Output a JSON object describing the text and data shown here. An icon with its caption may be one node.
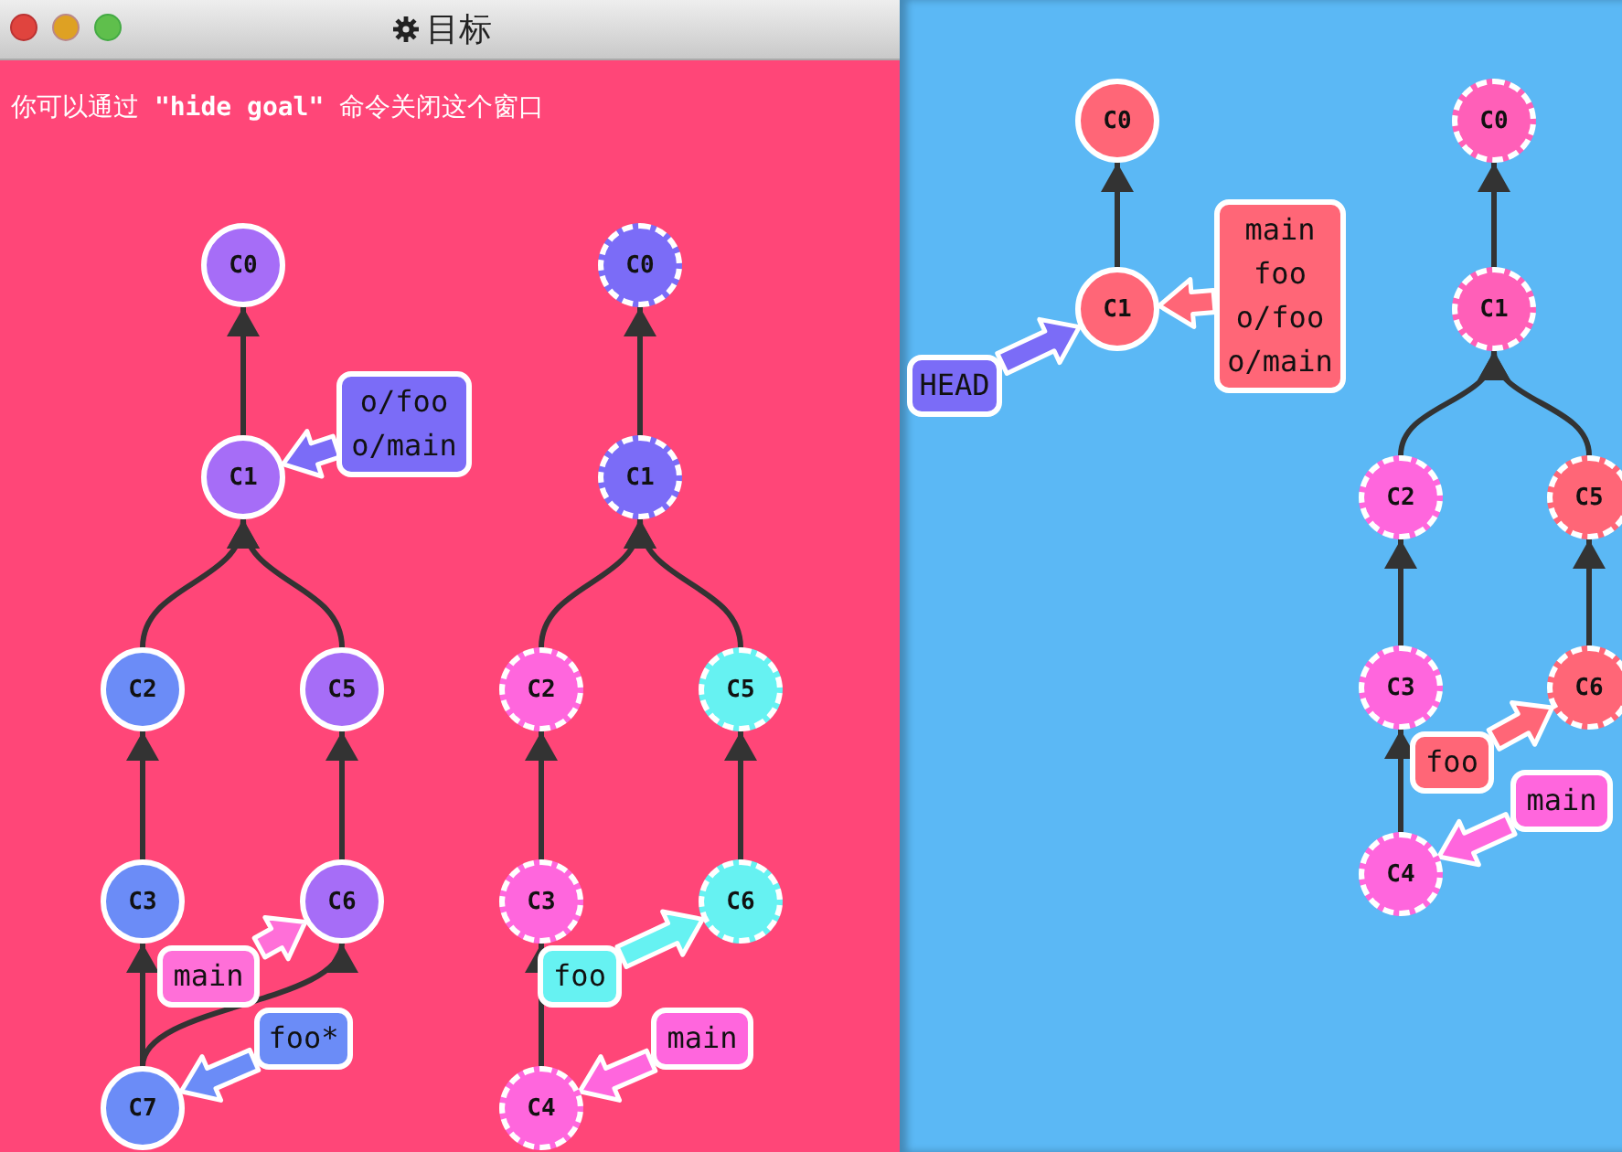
{
  "diagram": {
    "title": "目标",
    "nodes": [
      {
        "text": [
          "C0"
        ]
      },
      {
        "text": [
          "C1"
        ]
      },
      {
        "text": [
          "o/foo",
          "o/main"
        ]
      },
      {
        "text": [
          "C2"
        ]
      },
      {
        "text": [
          "C5"
        ]
      },
      {
        "text": [
          "C3"
        ]
      },
      {
        "text": [
          "C6"
        ]
      },
      {
        "text": [
          "main"
        ]
      },
      {
        "text": [
          "foo*"
        ]
      },
      {
        "text": [
          "C7"
        ]
      },
      {
        "text": [
          "C0"
        ]
      },
      {
        "text": [
          "C1"
        ]
      },
      {
        "text": [
          "C2"
        ]
      },
      {
        "text": [
          "C5"
        ]
      },
      {
        "text": [
          "C3"
        ]
      },
      {
        "text": [
          "C6"
        ]
      },
      {
        "text": [
          "foo"
        ]
      },
      {
        "text": [
          "main"
        ]
      },
      {
        "text": [
          "C4"
        ]
      },
      {
        "text": [
          "C0"
        ]
      },
      {
        "text": [
          "main",
          "foo",
          "o/foo",
          "o/main"
        ]
      },
      {
        "text": [
          "HEAD"
        ]
      },
      {
        "text": [
          "C1"
        ]
      },
      {
        "text": [
          "C0"
        ]
      },
      {
        "text": [
          "C1"
        ]
      },
      {
        "text": [
          "C2"
        ]
      },
      {
        "text": [
          "C5"
        ]
      },
      {
        "text": [
          "C3"
        ]
      },
      {
        "text": [
          "C6"
        ]
      },
      {
        "text": [
          "foo"
        ]
      },
      {
        "text": [
          "main"
        ]
      },
      {
        "text": [
          "C4"
        ]
      }
    ],
    "edges": [
      {
        "from": 1,
        "to": 0,
        "arrow": "to"
      },
      {
        "from": 3,
        "to": 1,
        "arrow": "to"
      },
      {
        "from": 4,
        "to": 1,
        "arrow": "to"
      },
      {
        "from": 5,
        "to": 3,
        "arrow": "to"
      },
      {
        "from": 6,
        "to": 4,
        "arrow": "to"
      },
      {
        "from": 9,
        "to": 5,
        "arrow": "to"
      },
      {
        "from": 9,
        "to": 6,
        "arrow": "to"
      },
      {
        "from": 2,
        "to": 1,
        "arrow": "to",
        "style": "thick",
        "color": "#7b6cf7"
      },
      {
        "from": 7,
        "to": 6,
        "arrow": "to",
        "style": "thick",
        "color": "#ff6fd8"
      },
      {
        "from": 8,
        "to": 9,
        "arrow": "to",
        "style": "thick",
        "color": "#6b8cf7"
      },
      {
        "from": 11,
        "to": 10,
        "arrow": "to"
      },
      {
        "from": 12,
        "to": 11,
        "arrow": "to"
      },
      {
        "from": 13,
        "to": 11,
        "arrow": "to"
      },
      {
        "from": 14,
        "to": 12,
        "arrow": "to"
      },
      {
        "from": 15,
        "to": 13,
        "arrow": "to"
      },
      {
        "from": 18,
        "to": 14,
        "arrow": "to"
      },
      {
        "from": 16,
        "to": 15,
        "arrow": "to",
        "style": "thick",
        "color": "#66f2f2"
      },
      {
        "from": 17,
        "to": 18,
        "arrow": "to",
        "style": "thick",
        "color": "#ff66dd"
      },
      {
        "from": 22,
        "to": 19,
        "arrow": "to"
      },
      {
        "from": 21,
        "to": 22,
        "arrow": "to",
        "style": "thick",
        "color": "#7b6cf7"
      },
      {
        "from": 20,
        "to": 22,
        "arrow": "to",
        "style": "thick",
        "color": "#ff6677"
      },
      {
        "from": 24,
        "to": 23,
        "arrow": "to"
      },
      {
        "from": 25,
        "to": 24,
        "arrow": "to"
      },
      {
        "from": 26,
        "to": 24,
        "arrow": "to"
      },
      {
        "from": 27,
        "to": 25,
        "arrow": "to"
      },
      {
        "from": 28,
        "to": 26,
        "arrow": "to"
      },
      {
        "from": 31,
        "to": 27,
        "arrow": "to"
      },
      {
        "from": 29,
        "to": 28,
        "arrow": "to",
        "style": "thick",
        "color": "#ff6677"
      },
      {
        "from": 30,
        "to": 31,
        "arrow": "to",
        "style": "thick",
        "color": "#ff66dd"
      }
    ],
    "labels": [
      "你可以通过 **\"hide goal\"** 命令关闭这个窗口"
    ]
  }
}
